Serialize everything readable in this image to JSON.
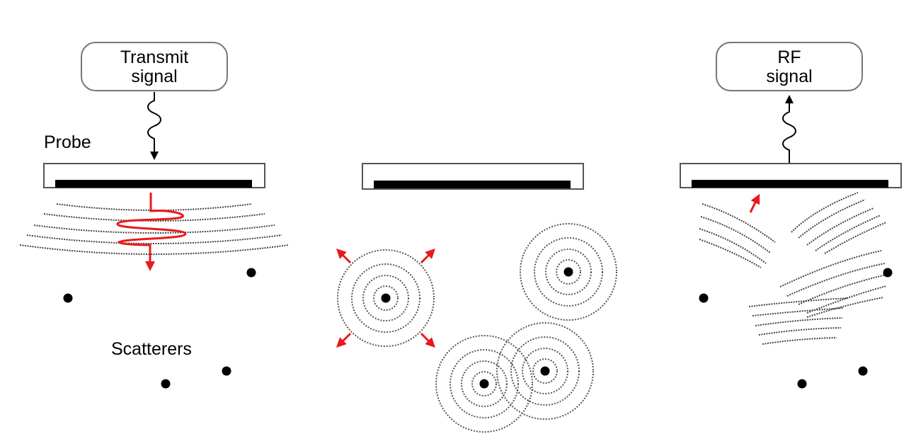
{
  "panels": {
    "transmit": {
      "box_label_line1": "Transmit",
      "box_label_line2": "signal",
      "probe_label": "Probe",
      "scatterers_label": "Scatterers"
    },
    "scatter": {},
    "receive": {
      "box_label_line1": "RF",
      "box_label_line2": "signal"
    }
  },
  "colors": {
    "pulse": "#e8191c",
    "element": "#000000",
    "wavefront": "#555555"
  }
}
